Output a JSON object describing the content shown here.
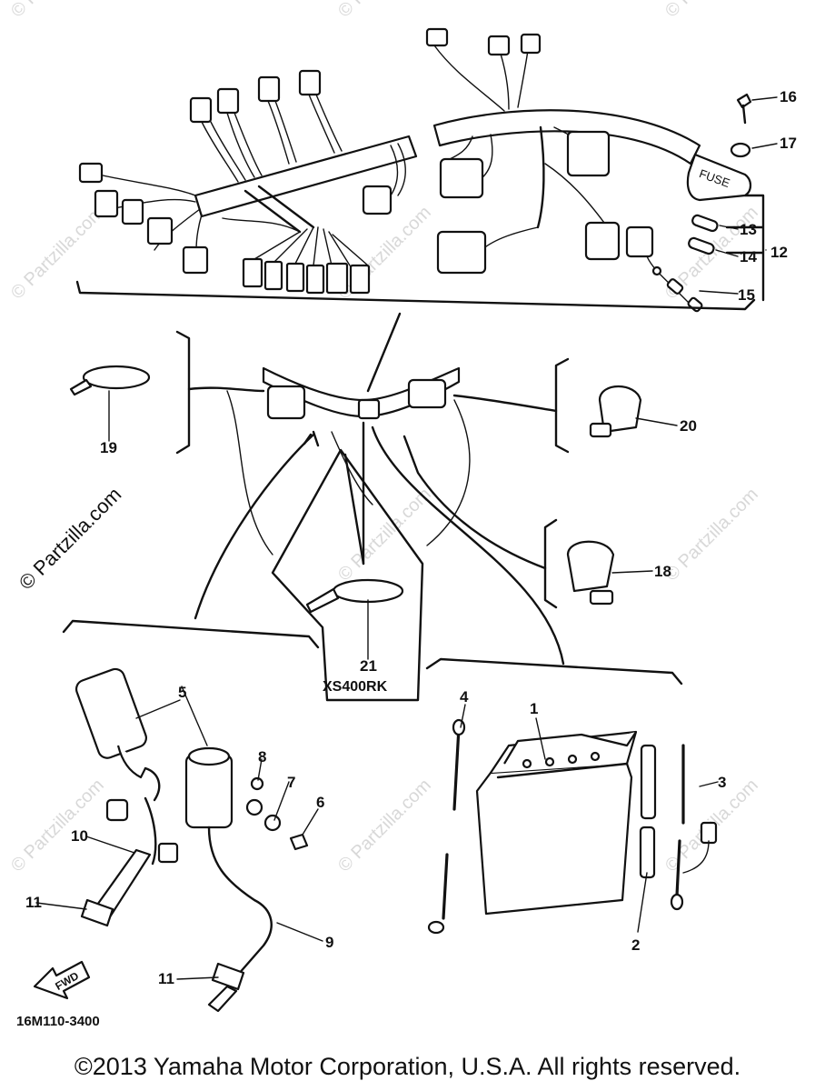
{
  "watermark": "© Partzilla.com",
  "callouts": [
    "1",
    "2",
    "3",
    "4",
    "5",
    "6",
    "7",
    "8",
    "9",
    "10",
    "11",
    "11",
    "12",
    "13",
    "14",
    "15",
    "16",
    "17",
    "18",
    "19",
    "20",
    "21"
  ],
  "fuse_box_label": "FUSE",
  "model_label": "XS400RK",
  "front_arrow_label": "FWD",
  "diagram_code": "16M110-3400",
  "copyright": "©2013 Yamaha Motor Corporation, U.S.A. All rights reserved."
}
